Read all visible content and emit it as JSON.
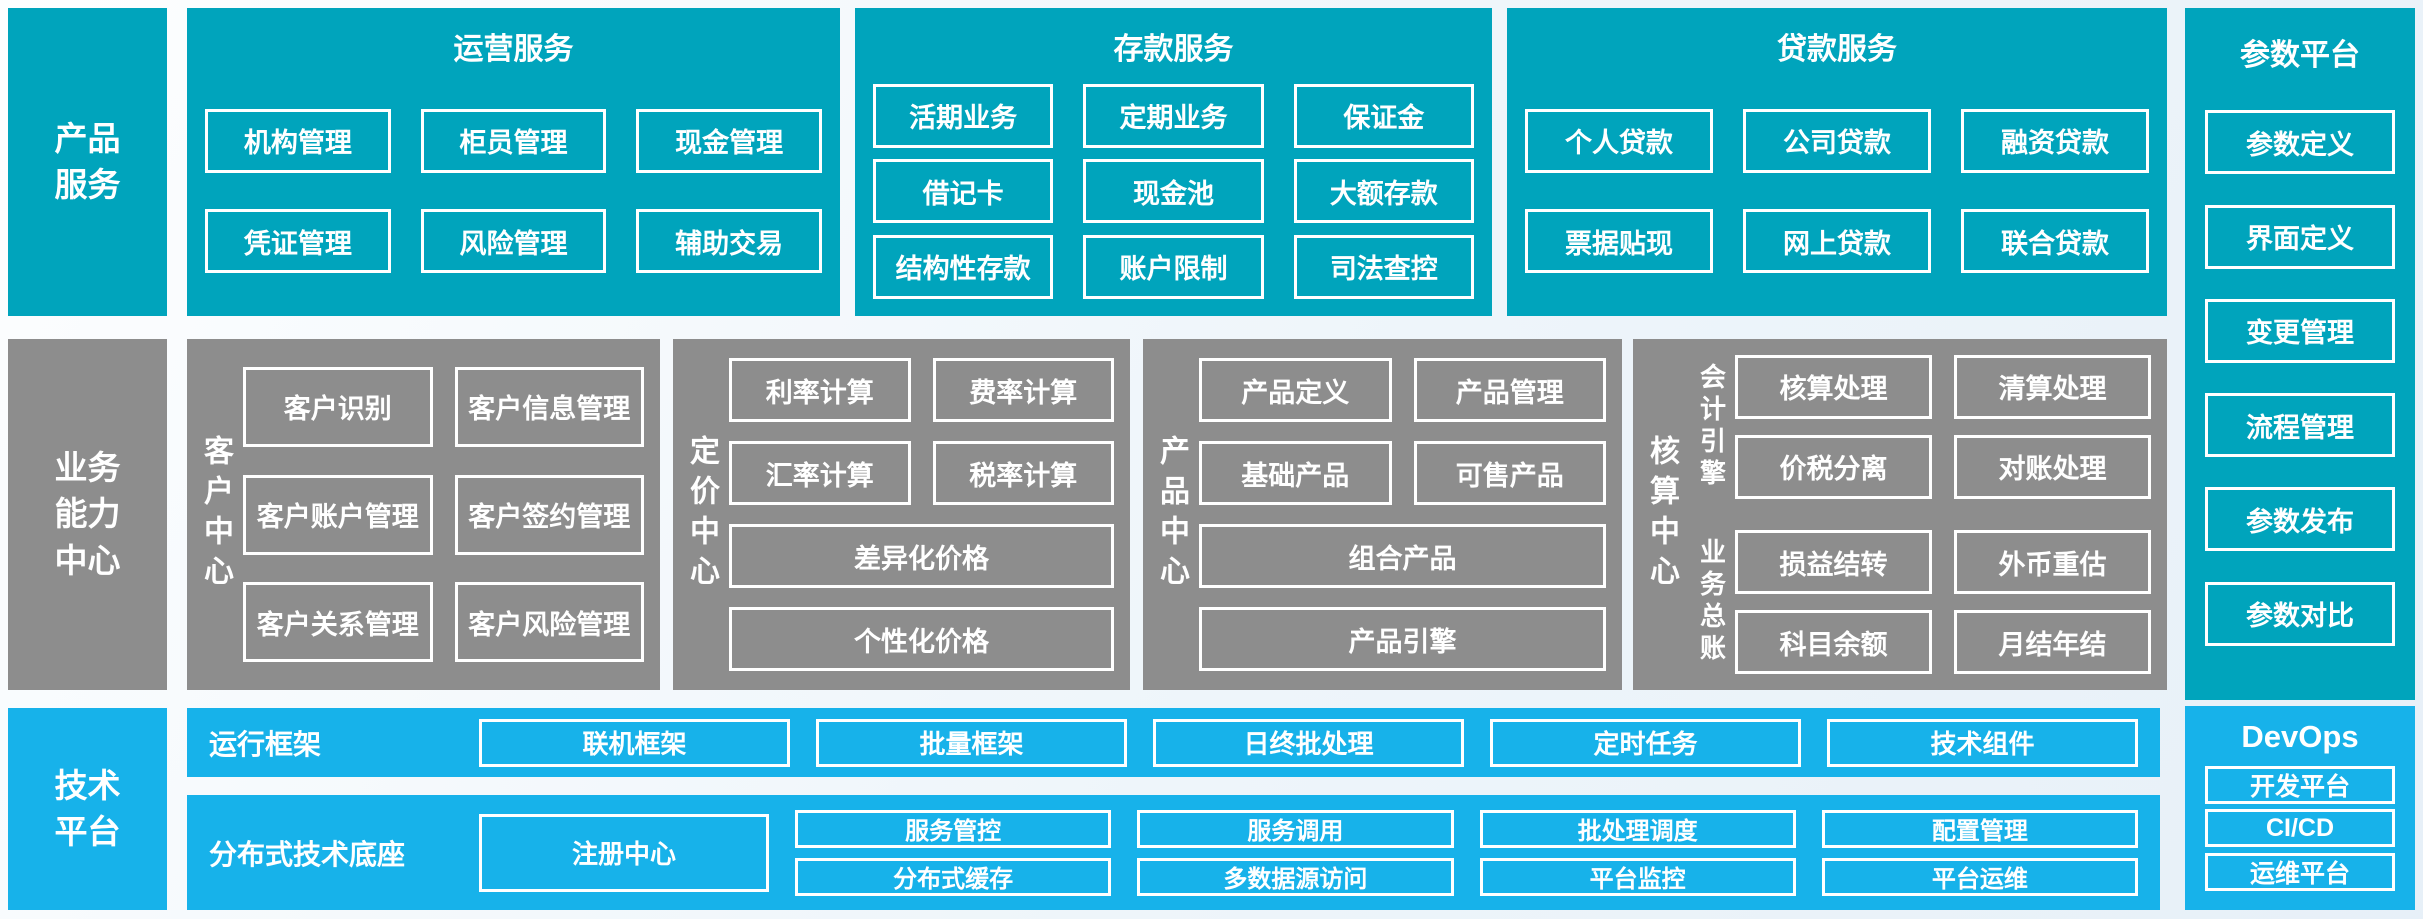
{
  "colors": {
    "teal": "#00a4bc",
    "gray": "#8d8d8d",
    "blue": "#17b2ea",
    "box_border": "#ffffff",
    "text": "#ffffff",
    "background_from": "#fdfeff",
    "background_to": "#e7f0f8"
  },
  "left_labels": {
    "product": "产品\n服务",
    "business": "业务\n能力\n中心",
    "tech": "技术\n平台"
  },
  "top_panels": [
    {
      "id": "ops",
      "title": "运营服务",
      "rows": [
        [
          "机构管理",
          "柜员管理",
          "现金管理"
        ],
        [
          "凭证管理",
          "风险管理",
          "辅助交易"
        ]
      ]
    },
    {
      "id": "deposit",
      "title": "存款服务",
      "rows": [
        [
          "活期业务",
          "定期业务",
          "保证金"
        ],
        [
          "借记卡",
          "现金池",
          "大额存款"
        ],
        [
          "结构性存款",
          "账户限制",
          "司法查控"
        ]
      ]
    },
    {
      "id": "loan",
      "title": "贷款服务",
      "rows": [
        [
          "个人贷款",
          "公司贷款",
          "融资贷款"
        ],
        [
          "票据贴现",
          "网上贷款",
          "联合贷款"
        ]
      ]
    }
  ],
  "param_platform": {
    "title": "参数平台",
    "items": [
      "参数定义",
      "界面定义",
      "变更管理",
      "流程管理",
      "参数发布",
      "参数对比"
    ]
  },
  "mid_panels": [
    {
      "id": "customer",
      "label": "客户中心",
      "type": "grid",
      "rows": [
        [
          "客户识别",
          "客户信息管理"
        ],
        [
          "客户账户管理",
          "客户签约管理"
        ],
        [
          "客户关系管理",
          "客户风险管理"
        ]
      ]
    },
    {
      "id": "pricing",
      "label": "定价中心",
      "type": "mixed",
      "rows": [
        [
          "利率计算",
          "费率计算"
        ],
        [
          "汇率计算",
          "税率计算"
        ],
        [
          "差异化价格"
        ],
        [
          "个性化价格"
        ]
      ]
    },
    {
      "id": "product",
      "label": "产品中心",
      "type": "mixed",
      "rows": [
        [
          "产品定义",
          "产品管理"
        ],
        [
          "基础产品",
          "可售产品"
        ],
        [
          "组合产品"
        ],
        [
          "产品引擎"
        ]
      ]
    },
    {
      "id": "accounting",
      "label": "核算中心",
      "type": "groups",
      "groups": [
        {
          "label": "会计引擎",
          "rows": [
            [
              "核算处理",
              "清算处理"
            ],
            [
              "价税分离",
              "对账处理"
            ]
          ]
        },
        {
          "label": "业务总账",
          "rows": [
            [
              "损益结转",
              "外币重估"
            ],
            [
              "科目余额",
              "月结年结"
            ]
          ]
        }
      ]
    }
  ],
  "tech_platform": {
    "frame_row": {
      "label": "运行框架",
      "boxes": [
        "联机框架",
        "批量框架",
        "日终批处理",
        "定时任务",
        "技术组件"
      ]
    },
    "base_row": {
      "label": "分布式技术底座",
      "registry": "注册中心",
      "columns": [
        [
          "服务管控",
          "分布式缓存"
        ],
        [
          "服务调用",
          "多数据源访问"
        ],
        [
          "批处理调度",
          "平台监控"
        ],
        [
          "配置管理",
          "平台运维"
        ]
      ]
    }
  },
  "devops": {
    "title": "DevOps",
    "items": [
      "开发平台",
      "CI/CD",
      "运维平台"
    ]
  }
}
